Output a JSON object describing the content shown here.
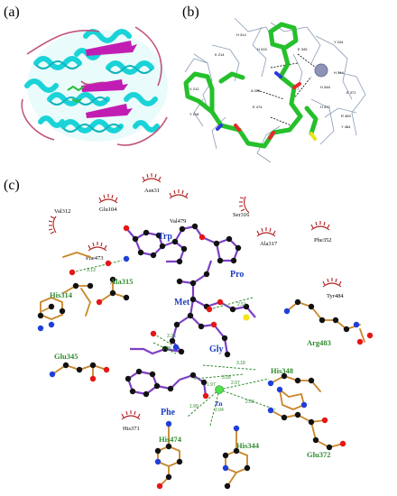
{
  "panels": {
    "a": "(a)",
    "b": "(b)",
    "c": "(c)"
  },
  "panel_b_labels": [
    "H 314",
    "H 315",
    "E 345",
    "Y 244",
    "A 315",
    "K 214",
    "H 344",
    "E 371",
    "V 212",
    "R 483",
    "Y 484",
    "E 474",
    "H 348",
    "H 372",
    "Y 216"
  ],
  "hydrophobic_residues": [
    {
      "key": "asn31",
      "label": "Asn31"
    },
    {
      "key": "glu104",
      "label": "Glu104"
    },
    {
      "key": "val312",
      "label": "Val312"
    },
    {
      "key": "val479",
      "label": "Val479"
    },
    {
      "key": "ser316",
      "label": "Ser316"
    },
    {
      "key": "phe473",
      "label": "Phe473"
    },
    {
      "key": "ala317",
      "label": "Ala317"
    },
    {
      "key": "phe352",
      "label": "Phe352"
    },
    {
      "key": "tyr484",
      "label": "Tyr484"
    },
    {
      "key": "his371",
      "label": "His371"
    }
  ],
  "hbond_residues": [
    {
      "key": "his314",
      "label": "His314"
    },
    {
      "key": "ala315",
      "label": "Ala315"
    },
    {
      "key": "glu345",
      "label": "Glu345"
    },
    {
      "key": "arg483",
      "label": "Arg483"
    },
    {
      "key": "his348",
      "label": "His348"
    },
    {
      "key": "his474",
      "label": "His474"
    },
    {
      "key": "his344",
      "label": "His344"
    },
    {
      "key": "glu372",
      "label": "Glu372"
    }
  ],
  "ligand_residues": [
    {
      "key": "trp",
      "label": "Trp"
    },
    {
      "key": "pro",
      "label": "Pro"
    },
    {
      "key": "met",
      "label": "Met"
    },
    {
      "key": "gly",
      "label": "Gly"
    },
    {
      "key": "phe",
      "label": "Phe"
    },
    {
      "key": "zn",
      "label": "Zn"
    }
  ],
  "distances": [
    "3.13",
    "2.51",
    "3.25",
    "2.95",
    "3.18",
    "3.28",
    "1.97",
    "2.07",
    "2.04",
    "1.99",
    "2.06"
  ]
}
